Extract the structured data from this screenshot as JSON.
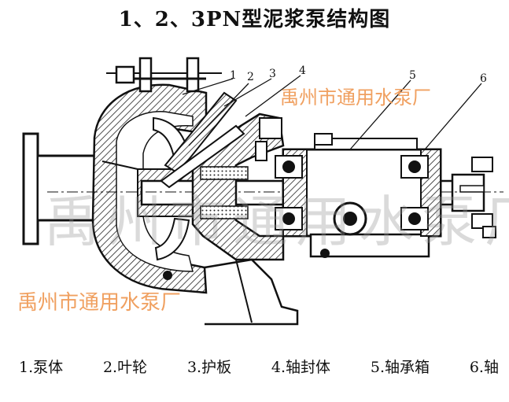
{
  "title": "1、2、3PN型泥浆泵结构图",
  "watermark_top": "禹州市通用水泵厂",
  "watermark_bottom": "禹州市通用水泵厂",
  "watermark_center": "禹州市通用水泵厂",
  "callouts": [
    "1",
    "2",
    "3",
    "4",
    "5",
    "6"
  ],
  "legend": [
    "1.泵体",
    "2.叶轮",
    "3.护板",
    "4.轴封体",
    "5.轴承箱",
    "6.轴"
  ],
  "colors": {
    "ink": "#111111",
    "hatch": "#222222",
    "watermark": "#f0a060"
  }
}
